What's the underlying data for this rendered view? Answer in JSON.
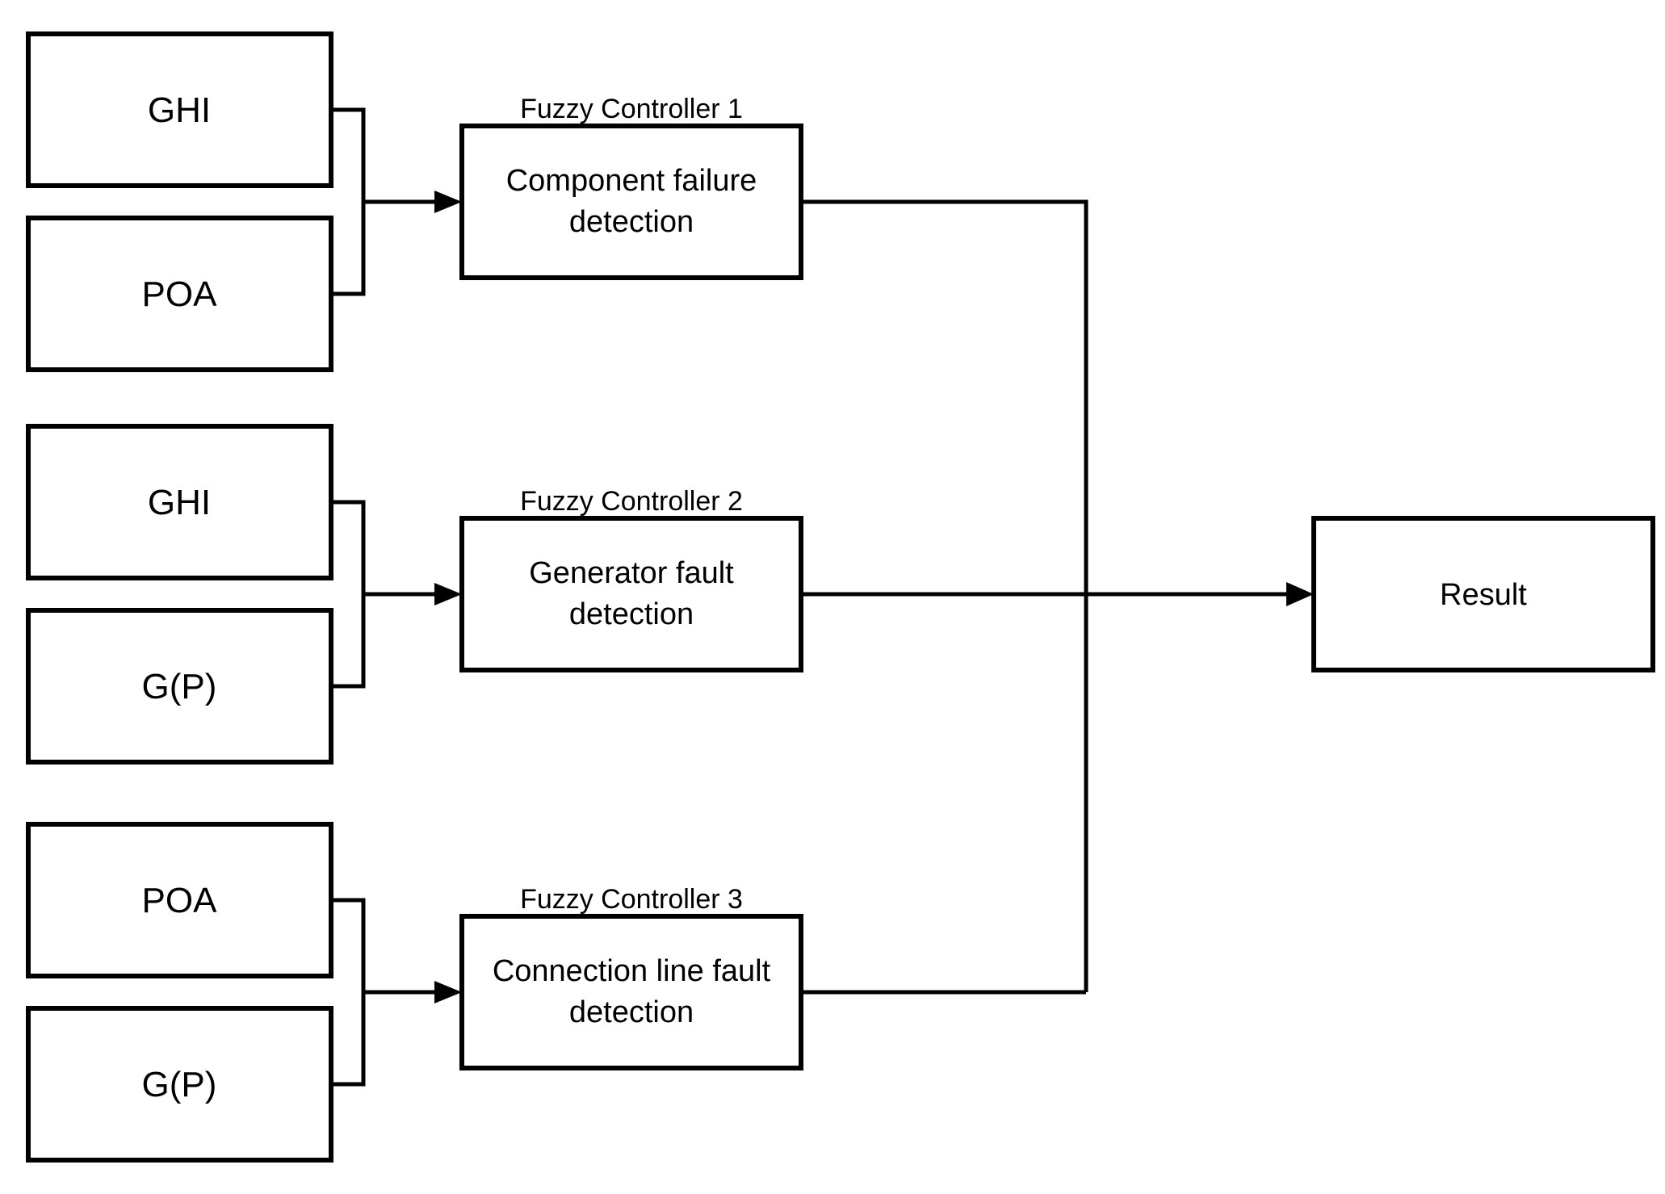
{
  "canvas": {
    "background_color": "#ffffff",
    "line_color": "#000000"
  },
  "groups": [
    {
      "inputs": [
        "GHI",
        "POA"
      ],
      "controller": {
        "title": "Fuzzy Controller 1",
        "line1": "Component failure",
        "line2": "detection"
      }
    },
    {
      "inputs": [
        "GHI",
        "G(P)"
      ],
      "controller": {
        "title": "Fuzzy Controller 2",
        "line1": "Generator fault",
        "line2": "detection"
      }
    },
    {
      "inputs": [
        "POA",
        "G(P)"
      ],
      "controller": {
        "title": "Fuzzy Controller 3",
        "line1": "Connection line fault",
        "line2": "detection"
      }
    }
  ],
  "result": {
    "label": "Result"
  }
}
